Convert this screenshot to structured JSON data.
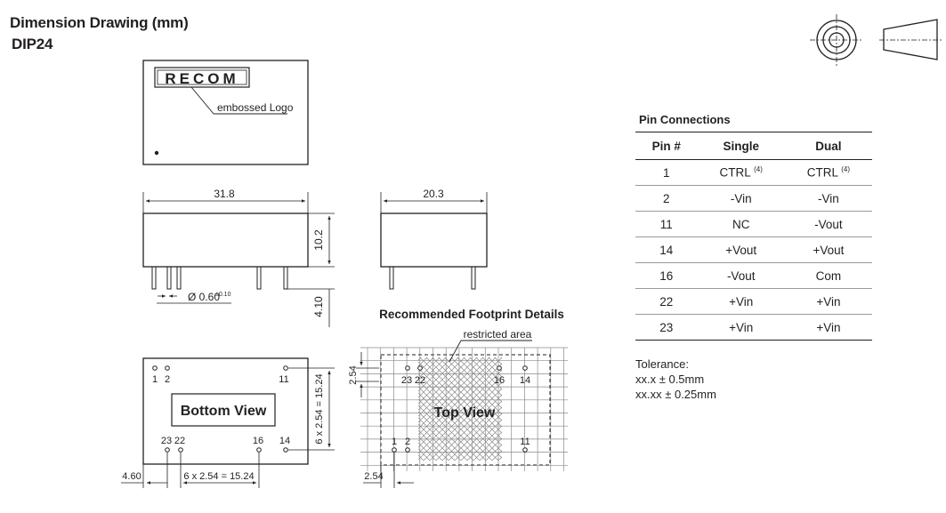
{
  "header": {
    "title": "Dimension Drawing (mm)",
    "subtitle": "DIP24"
  },
  "drawing": {
    "logo_text": "RECOM",
    "logo_label": "embossed Logo",
    "width_dim": "31.8",
    "depth_dim": "20.3",
    "height_dim": "10.2",
    "pin_length_dim": "4.10",
    "pin_diameter_dim": "Ø 0.60",
    "pin_diameter_tol": "±0.10",
    "footprint_title": "Recommended Footprint Details",
    "restricted_label": "restricted area",
    "bottom_view_label": "Bottom View",
    "top_view_label": "Top View",
    "pitch_vertical": "6 x 2.54 = 15.24",
    "pitch_horizontal": "6 x 2.54 = 15.24",
    "offset_dim": "4.60",
    "grid_pitch_v": "2.54",
    "grid_pitch_h": "2.54",
    "bottom_pins": {
      "p1": "1",
      "p2": "2",
      "p11": "11",
      "p23": "23",
      "p22": "22",
      "p16": "16",
      "p14": "14"
    },
    "top_pins": {
      "p23": "23",
      "p22": "22",
      "p16": "16",
      "p14": "14",
      "p1": "1",
      "p2": "2",
      "p11": "11"
    }
  },
  "pin_connections": {
    "title": "Pin Connections",
    "headers": [
      "Pin #",
      "Single",
      "Dual"
    ],
    "rows": [
      {
        "pin": "1",
        "single": "CTRL",
        "single_note": "(4)",
        "dual": "CTRL",
        "dual_note": "(4)"
      },
      {
        "pin": "2",
        "single": "-Vin",
        "dual": "-Vin"
      },
      {
        "pin": "11",
        "single": "NC",
        "dual": "-Vout"
      },
      {
        "pin": "14",
        "single": "+Vout",
        "dual": "+Vout"
      },
      {
        "pin": "16",
        "single": "-Vout",
        "dual": "Com"
      },
      {
        "pin": "22",
        "single": "+Vin",
        "dual": "+Vin"
      },
      {
        "pin": "23",
        "single": "+Vin",
        "dual": "+Vin"
      }
    ]
  },
  "tolerance": {
    "title": "Tolerance:",
    "line1": "xx.x ± 0.5mm",
    "line2": "xx.xx ± 0.25mm"
  }
}
